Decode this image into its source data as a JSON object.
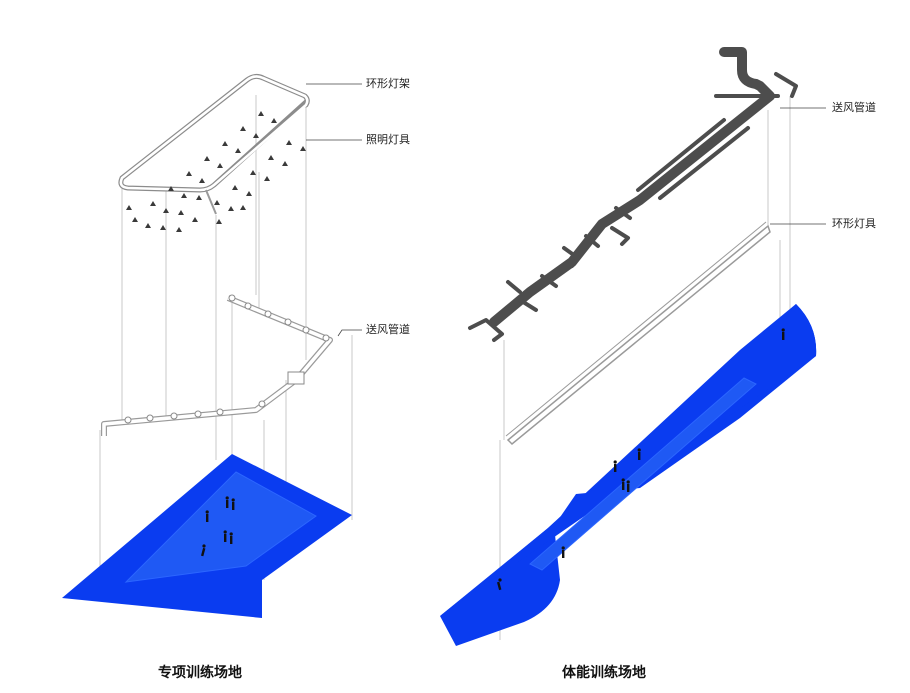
{
  "left_diagram": {
    "caption": "专项训练场地",
    "labels": {
      "ring_frame": "环形灯架",
      "lighting": "照明灯具",
      "air_duct": "送风管道"
    }
  },
  "right_diagram": {
    "caption": "体能训练场地",
    "labels": {
      "air_duct": "送风管道",
      "ring_light": "环形灯具"
    }
  },
  "colors": {
    "floor_blue": "#0a3cf0",
    "floor_inner": "#1f59f4",
    "duct_dark": "#4d4d4d",
    "frame_grey": "#9a9a9a",
    "guide_line": "#b8b8b8",
    "figure": "#111111"
  }
}
